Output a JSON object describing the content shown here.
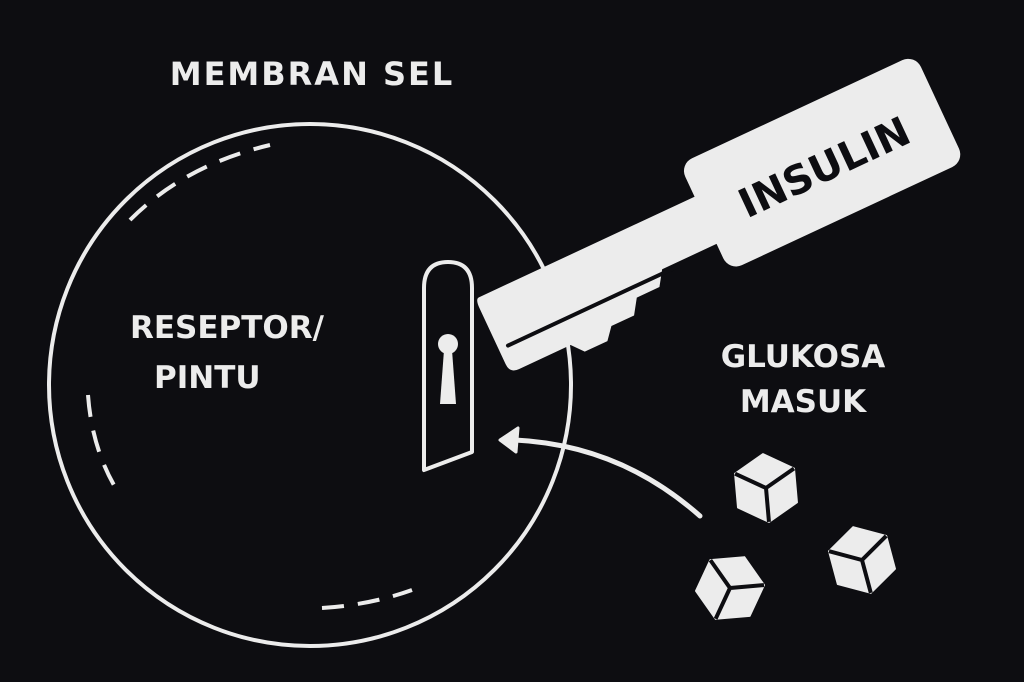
{
  "title": "MEMBRAN SEL",
  "receptor_label": [
    "RESEPTOR/",
    "PINTU"
  ],
  "key_label": "INSULIN",
  "glucose_label": [
    "GLUKOSA",
    "MASUK"
  ],
  "colors": {
    "background": "#0d0d11",
    "foreground": "#ececec",
    "key_text": "#0d0d11"
  },
  "icons": [
    "cell-membrane-circle",
    "door-icon",
    "keyhole-icon",
    "key-icon",
    "arrow-icon",
    "sugar-cube-icon"
  ]
}
